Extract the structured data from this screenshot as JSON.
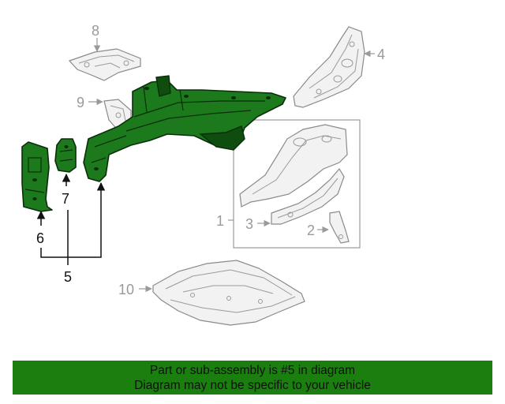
{
  "diagram": {
    "callouts": {
      "c1": "1",
      "c2": "2",
      "c3": "3",
      "c4": "4",
      "c5": "5",
      "c6": "6",
      "c7": "7",
      "c8": "8",
      "c9": "9",
      "c10": "10"
    },
    "highlight_color": "#1c7a1c",
    "highlighted_callouts": [
      "5",
      "6",
      "7"
    ]
  },
  "banner": {
    "line1": "Part or sub-assembly is #5 in diagram",
    "line2": "Diagram may not be specific to your vehicle",
    "background_color": "#1a7f0e"
  }
}
